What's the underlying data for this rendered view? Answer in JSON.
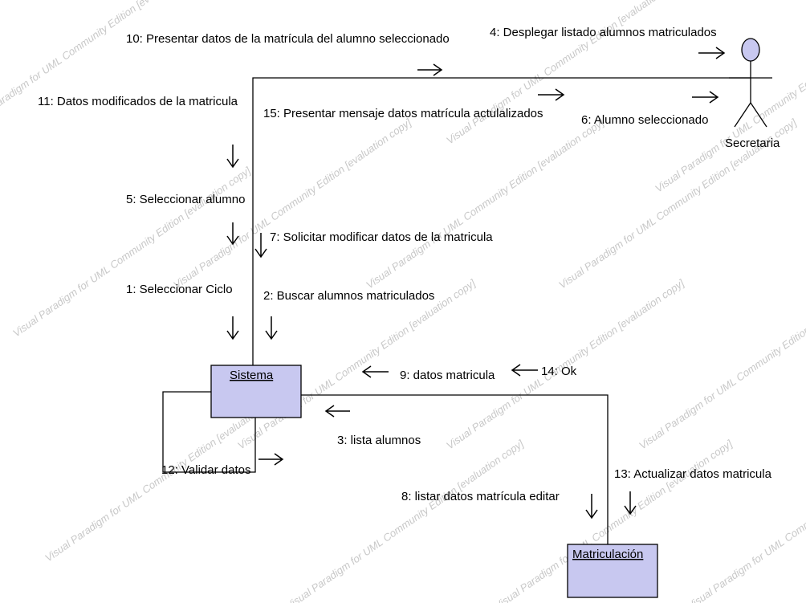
{
  "actor": {
    "name": "Secretaria"
  },
  "objects": {
    "sistema": "Sistema",
    "matriculacion": "Matriculación"
  },
  "messages": {
    "m1": "1: Seleccionar Ciclo",
    "m2": "2: Buscar alumnos matriculados",
    "m3": "3: lista alumnos",
    "m4": "4: Desplegar listado alumnos matriculados",
    "m5": "5: Seleccionar alumno",
    "m6": "6: Alumno seleccionado",
    "m7": "7: Solicitar modificar datos de la matricula",
    "m8": "8: listar datos matrícula editar",
    "m9": "9: datos matricula",
    "m10": "10: Presentar datos de la matrícula del alumno seleccionado",
    "m11": "11: Datos modificados de la matricula",
    "m12": "12: Validar  datos",
    "m13": "13: Actualizar datos matricula",
    "m14": "14: Ok",
    "m15": "15: Presentar mensaje datos matrícula actulalizados"
  },
  "watermark": {
    "a": "Visual Paradigm for UML Community Edition [evaluation copy]"
  }
}
